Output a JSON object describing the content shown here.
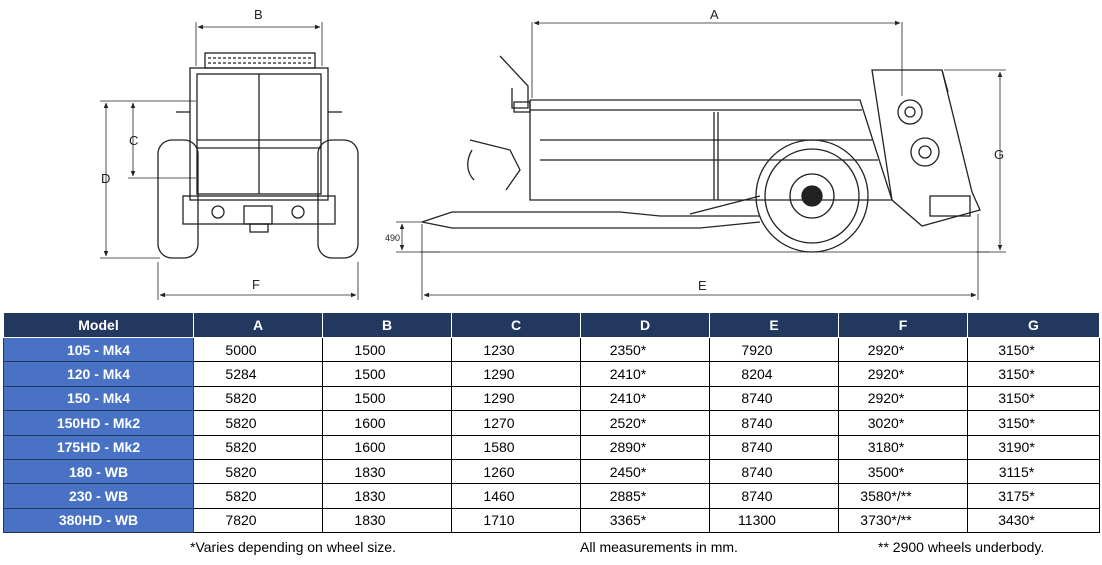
{
  "drawing": {
    "labels": {
      "a": "A",
      "b": "B",
      "c": "C",
      "d": "D",
      "e": "E",
      "f": "F",
      "g": "G",
      "height": "490"
    }
  },
  "table": {
    "headers": [
      "Model",
      "A",
      "B",
      "C",
      "D",
      "E",
      "F",
      "G"
    ],
    "rows": [
      [
        "105 - Mk4",
        "5000",
        "1500",
        "1230",
        "2350*",
        "7920",
        "2920*",
        "3150*"
      ],
      [
        "120 - Mk4",
        "5284",
        "1500",
        "1290",
        "2410*",
        "8204",
        "2920*",
        "3150*"
      ],
      [
        "150 - Mk4",
        "5820",
        "1500",
        "1290",
        "2410*",
        "8740",
        "2920*",
        "3150*"
      ],
      [
        "150HD - Mk2",
        "5820",
        "1600",
        "1270",
        "2520*",
        "8740",
        "3020*",
        "3150*"
      ],
      [
        "175HD - Mk2",
        "5820",
        "1600",
        "1580",
        "2890*",
        "8740",
        "3180*",
        "3190*"
      ],
      [
        "180 - WB",
        "5820",
        "1830",
        "1260",
        "2450*",
        "8740",
        "3500*",
        "3115*"
      ],
      [
        "230 - WB",
        "5820",
        "1830",
        "1460",
        "2885*",
        "8740",
        "3580*/**",
        "3175*"
      ],
      [
        "380HD - WB",
        "7820",
        "1830",
        "1710",
        "3365*",
        "11300",
        "3730*/**",
        "3430*"
      ]
    ]
  },
  "notes": {
    "left": "*Varies depending on wheel size.",
    "center": "All measurements in mm.",
    "right": "** 2900 wheels underbody."
  },
  "colors": {
    "header_bg": "#22385e",
    "model_bg": "#4a72c4"
  }
}
